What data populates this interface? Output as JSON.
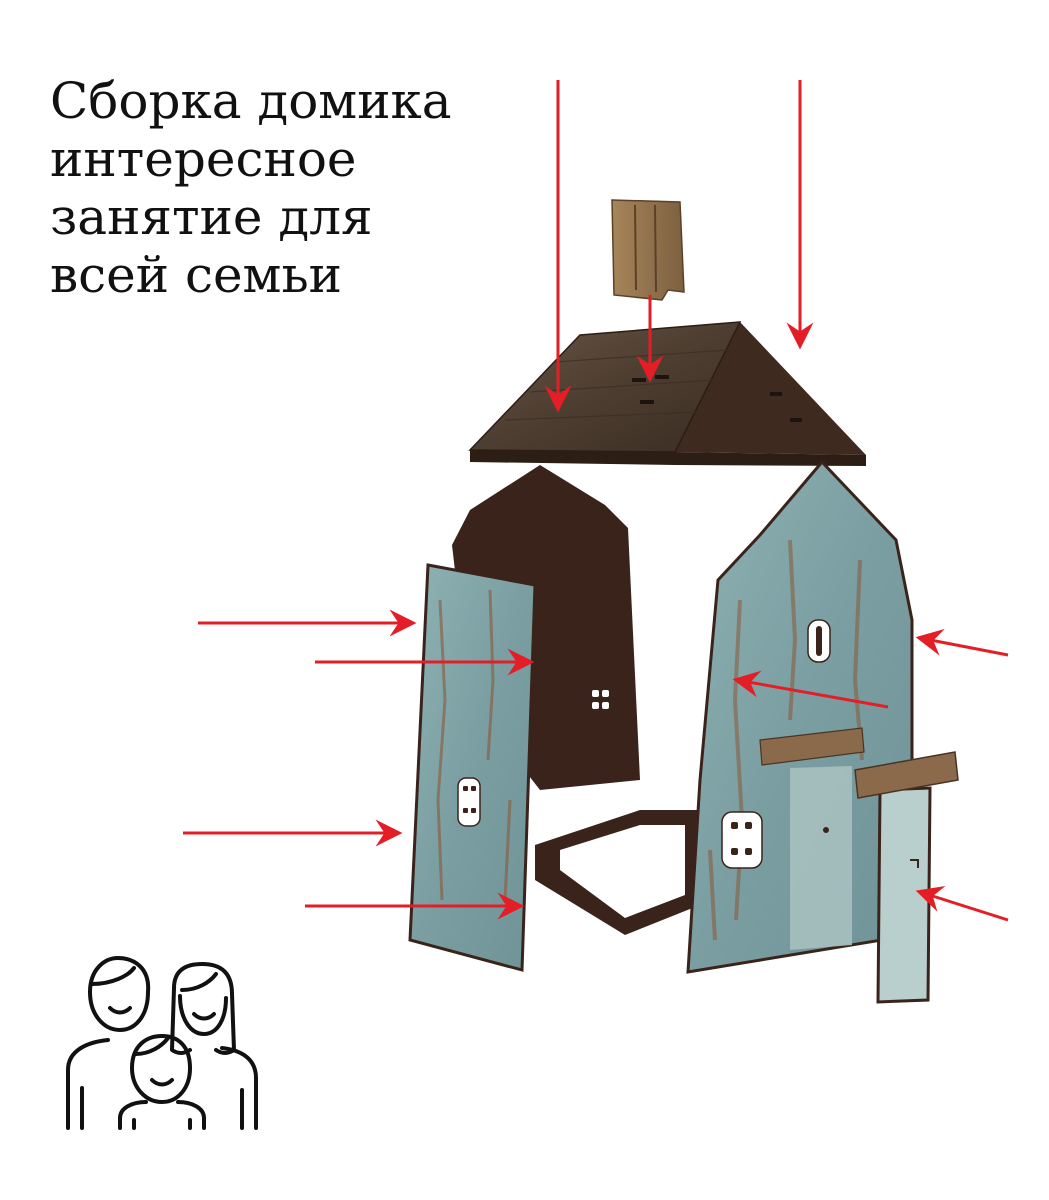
{
  "headline": {
    "lines": [
      "Сборка домика",
      "интересное",
      "занятие для",
      "всей семьи"
    ]
  },
  "colors": {
    "arrow": "#e41e26",
    "dark_wood": "#3a231a",
    "roof_wood": "#5b4a3b",
    "teal_wood": "#7fa3a6",
    "rust": "#8a5a3a",
    "text": "#111111",
    "icon": "#111111"
  },
  "illustration": {
    "subject": "exploded-wooden-house-kit",
    "icon": "family-icon"
  }
}
